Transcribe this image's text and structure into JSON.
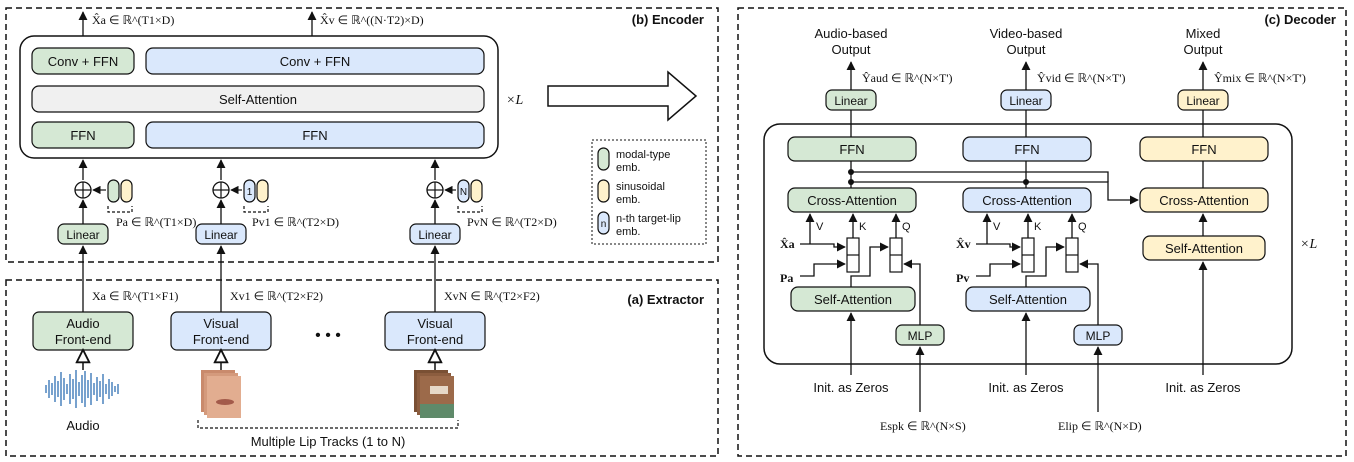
{
  "colors": {
    "green": "#d5e8d4",
    "blue": "#dae8fc",
    "gray": "#f0f0f0",
    "yellow": "#fff2cc",
    "stroke": "#111111"
  },
  "encoder": {
    "title": "(b) Encoder",
    "conv_ffn_audio": "Conv + FFN",
    "conv_ffn_visual": "Conv + FFN",
    "self_attention": "Self-Attention",
    "ffn_audio": "FFN",
    "ffn_visual": "FFN",
    "repeat": "×L",
    "out_audio": "X̂a ∈ ℝ^(T1×D)",
    "out_visual": "X̂v ∈ ℝ^((N·T2)×D)",
    "linear_1": "Linear",
    "linear_2": "Linear",
    "linear_3": "Linear",
    "pos_audio": "Pa ∈ ℝ^(T1×D)",
    "pos_visual_1": "Pv1 ∈ ℝ^(T2×D)",
    "pos_visual_n": "PvN ∈ ℝ^(T2×D)",
    "lip_index_1": "1",
    "lip_index_n": "N"
  },
  "legend": {
    "modal_type": "modal-type emb.",
    "sinusoidal": "sinusoidal emb.",
    "target_lip": "n-th target-lip emb.",
    "target_lip_glyph": "n"
  },
  "extractor": {
    "title": "(a) Extractor",
    "audio_frontend": "Audio Front-end",
    "visual_frontend_1": "Visual Front-end",
    "visual_frontend_n": "Visual Front-end",
    "ellipsis": "• • •",
    "audio_label": "Audio",
    "lip_tracks_label": "Multiple Lip Tracks (1 to N)",
    "x_audio": "Xa ∈ ℝ^(T1×F1)",
    "x_visual_1": "Xv1 ∈ ℝ^(T2×F2)",
    "x_visual_n": "XvN ∈ ℝ^(T2×F2)"
  },
  "decoder": {
    "title": "(c) Decoder",
    "audio_output": "Audio-based Output",
    "video_output": "Video-based Output",
    "mixed_output": "Mixed Output",
    "y_audio": "Ŷaud ∈ ℝ^(N×T')",
    "y_video": "Ŷvid ∈ ℝ^(N×T')",
    "y_mixed": "Ŷmix ∈ ℝ^(N×T')",
    "linear": "Linear",
    "ffn": "FFN",
    "cross_attention": "Cross-Attention",
    "self_attention": "Self-Attention",
    "mlp": "MLP",
    "v": "V",
    "k": "K",
    "q": "Q",
    "xa": "X̂a",
    "pa": "Pa",
    "xv": "X̂v",
    "pv": "Pv",
    "init_zeros": "Init. as Zeros",
    "e_spk": "Espk ∈ ℝ^(N×S)",
    "e_lip": "Elip ∈ ℝ^(N×D)",
    "repeat": "×L"
  }
}
